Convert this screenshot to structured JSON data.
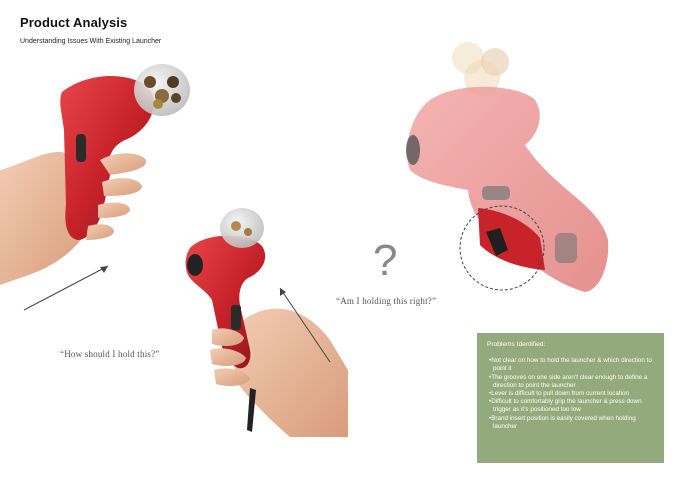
{
  "header": {
    "title": "Product Analysis",
    "subtitle": "Understanding Issues With Existing Launcher"
  },
  "quotes": {
    "hold_question": "“How should I hold this?”",
    "holding_right": "“Am I holding this right?”",
    "question_mark": "?"
  },
  "problems": {
    "title": "Problems Identified:",
    "items": [
      "Not clear on how to hold the launcher & which direction to point it",
      "The grooves on one side aren’t clear enough to define a direction to point the launcher",
      "Lever is difficult to pull down from current location",
      "Difficult to comfortably grip the launcher & press down trigger as it’s positioned too low",
      "Brand insert position is easily covered when holding launcher"
    ]
  },
  "colors": {
    "launcher_red": "#c8232a",
    "panel_green": "#93aa7c",
    "skin": "#e9b89a"
  }
}
